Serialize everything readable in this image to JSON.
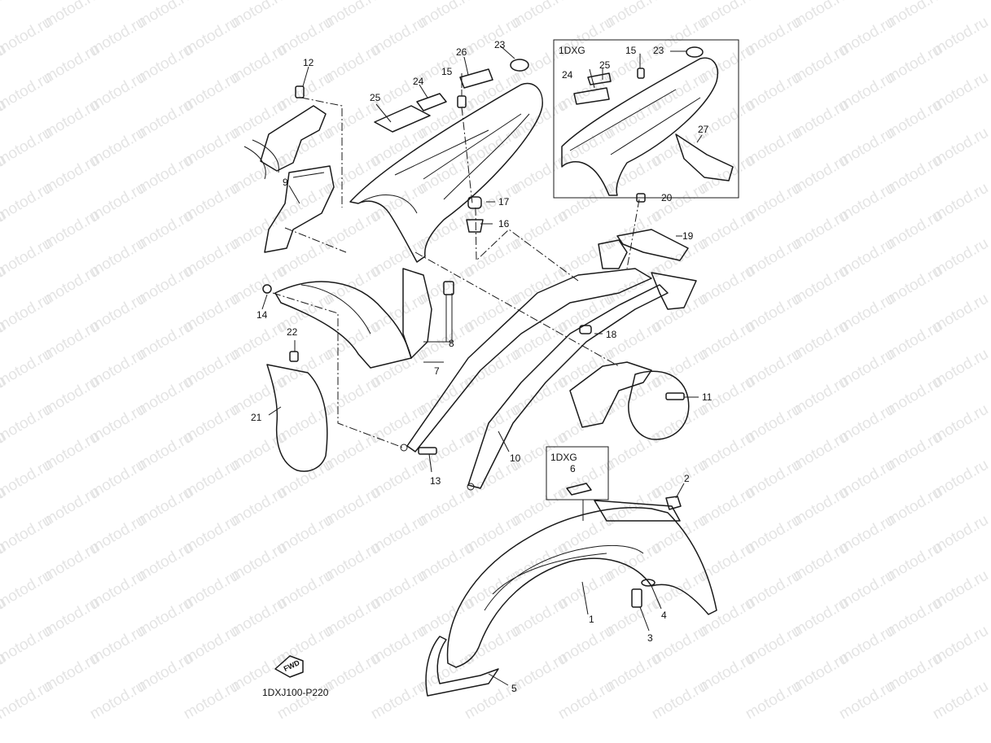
{
  "diagram": {
    "drawing_code": "1DXJ100-P220",
    "watermark": "motod.ru",
    "direction_arrow": "FWD",
    "insets": [
      {
        "id": "inset-top",
        "model_code": "1DXG"
      },
      {
        "id": "inset-bottom",
        "model_code": "1DXG"
      }
    ],
    "callouts": [
      "1",
      "2",
      "3",
      "4",
      "5",
      "6",
      "7",
      "8",
      "9",
      "10",
      "11",
      "12",
      "13",
      "14",
      "15",
      "16",
      "17",
      "18",
      "19",
      "20",
      "21",
      "22",
      "23",
      "24",
      "25",
      "26",
      "27"
    ],
    "inset_callouts": [
      "15",
      "23",
      "24",
      "25",
      "27"
    ]
  },
  "colors": {
    "line": "#1a1a1a",
    "watermark": "#cfcfcf",
    "background": "#ffffff"
  }
}
